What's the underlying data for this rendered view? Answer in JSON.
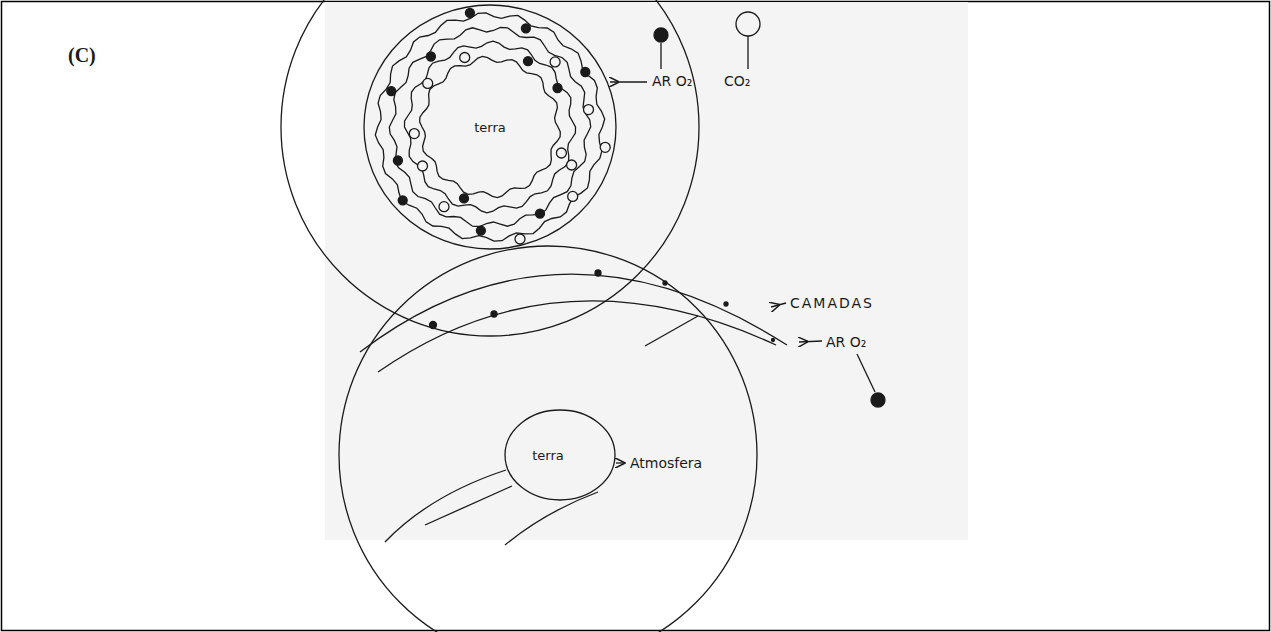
{
  "diagram": {
    "nodes": [
      {
        "text": [
          "terra"
        ]
      },
      {
        "text": [
          "terra"
        ]
      }
    ],
    "labels": [
      "(C)",
      "AR O₂",
      "CO₂",
      "CAMADAS",
      "AR O₂",
      "Atmosfera"
    ]
  }
}
